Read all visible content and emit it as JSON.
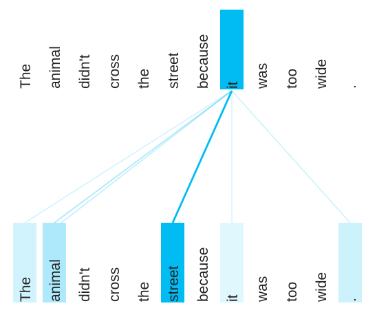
{
  "diagram": {
    "top_tokens": [
      "The",
      "animal",
      "didn't",
      "cross",
      "the",
      "street",
      "because",
      "it",
      "was",
      "too",
      "wide",
      "."
    ],
    "bottom_tokens": [
      "The",
      "animal",
      "didn't",
      "cross",
      "the",
      "street",
      "because",
      "it",
      "was",
      "too",
      "wide",
      "."
    ],
    "query_index": 7,
    "attention_weights": [
      0.18,
      0.32,
      0,
      0,
      0,
      1.0,
      0,
      0.12,
      0,
      0,
      0,
      0.2
    ],
    "colors": {
      "highlight": "#00bcf2",
      "text": "#222222",
      "background": "#ffffff"
    }
  }
}
